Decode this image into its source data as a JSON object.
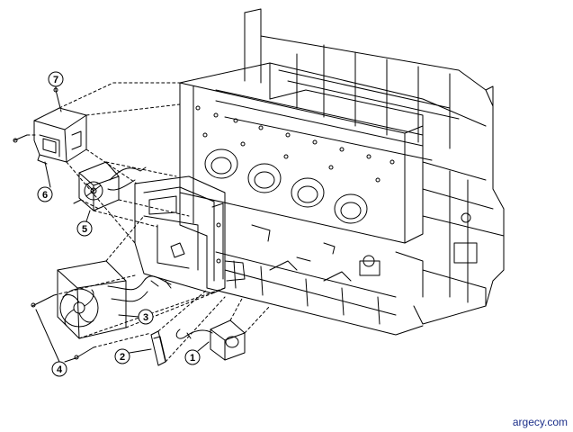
{
  "callouts": [
    {
      "label": "1"
    },
    {
      "label": "2"
    },
    {
      "label": "3"
    },
    {
      "label": "4"
    },
    {
      "label": "5"
    },
    {
      "label": "6"
    },
    {
      "label": "7"
    }
  ],
  "watermark": "argecy.com",
  "colors": {
    "line": "#000000",
    "background": "#ffffff",
    "watermark": "#1c2f8a"
  }
}
